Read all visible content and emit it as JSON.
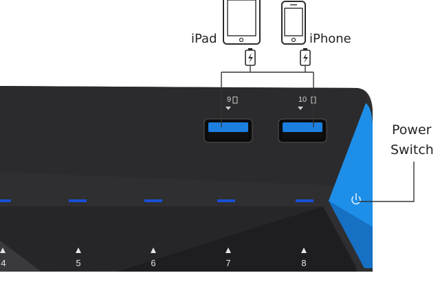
{
  "devices": {
    "ipad_label": "iPad",
    "iphone_label": "iPhone"
  },
  "power_switch": {
    "line1": "Power",
    "line2": "Switch"
  },
  "top_ports": [
    {
      "number": "9"
    },
    {
      "number": "10"
    }
  ],
  "bottom_ports": [
    {
      "number": "4"
    },
    {
      "number": "5"
    },
    {
      "number": "6"
    },
    {
      "number": "7"
    },
    {
      "number": "8"
    }
  ],
  "colors": {
    "hub_body": "#2f2f31",
    "hub_dark": "#1f1f21",
    "accent_blue": "#1e8fe8",
    "led_blue": "#1a4fd6",
    "line": "#333333"
  },
  "icons": [
    "tablet-icon",
    "phone-icon",
    "battery-charge-icon",
    "power-icon"
  ]
}
